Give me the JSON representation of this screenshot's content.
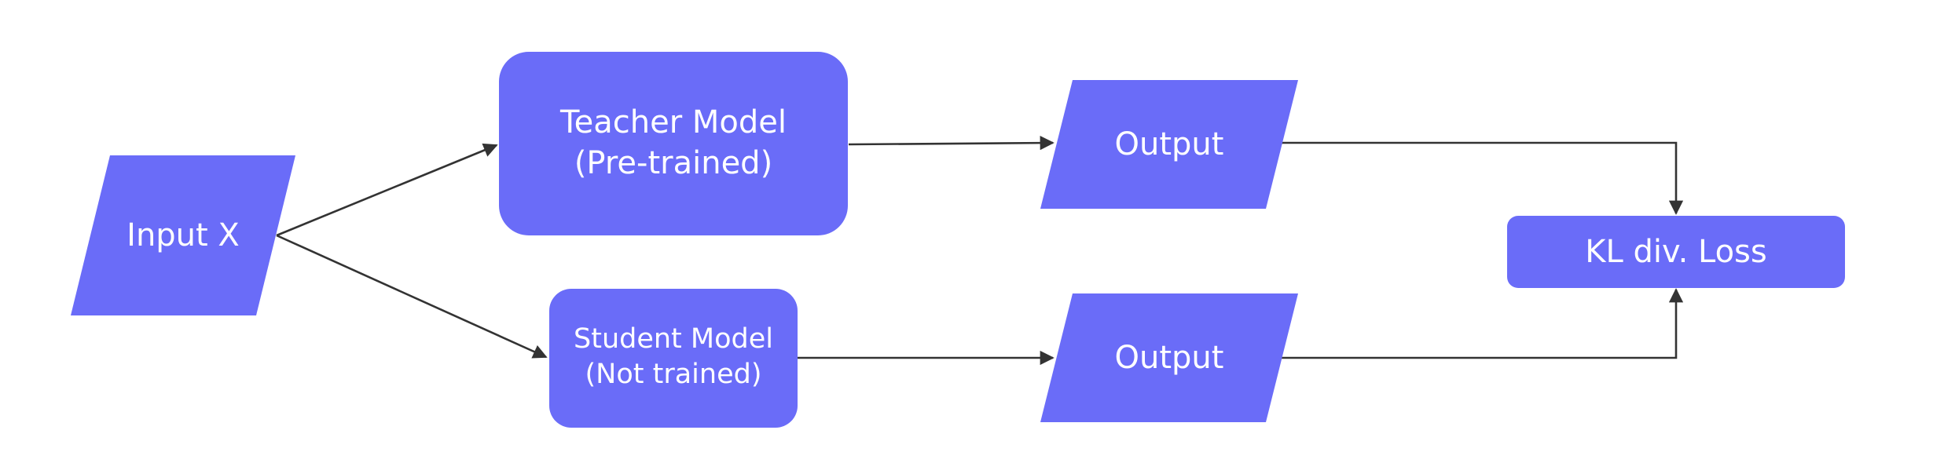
{
  "colors": {
    "node_fill": "#6a6cf8",
    "node_text": "#ffffff",
    "edge": "#333333",
    "background": "#ffffff"
  },
  "nodes": {
    "input": {
      "label": "Input X"
    },
    "teacher": {
      "line1": "Teacher Model",
      "line2": "(Pre-trained)"
    },
    "student": {
      "line1": "Student Model",
      "line2": "(Not trained)"
    },
    "teacher_output": {
      "label": "Output"
    },
    "student_output": {
      "label": "Output"
    },
    "loss": {
      "label": "KL div. Loss"
    }
  },
  "edges": [
    {
      "from": "input",
      "to": "teacher"
    },
    {
      "from": "input",
      "to": "student"
    },
    {
      "from": "teacher",
      "to": "teacher_output"
    },
    {
      "from": "student",
      "to": "student_output"
    },
    {
      "from": "teacher_output",
      "to": "loss"
    },
    {
      "from": "student_output",
      "to": "loss"
    }
  ]
}
